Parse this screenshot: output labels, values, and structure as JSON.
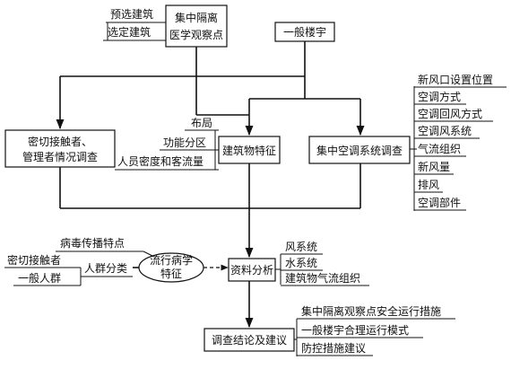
{
  "nodes": {
    "quarantine": {
      "line1": "集中隔离",
      "line2": "医学观察点"
    },
    "general_building": "一般楼宇",
    "contacts_survey": {
      "line1": "密切接触者、",
      "line2": "管理者情况调查"
    },
    "building_features": "建筑物特征",
    "ac_survey": "集中空调系统调查",
    "data_analysis": "资料分析",
    "epidemiology": {
      "line1": "流行病学",
      "line2": "特征"
    },
    "population_class": "人群分类",
    "conclusion": "调查结论及建议"
  },
  "quarantine_inputs": [
    "预选建筑",
    "选定建筑"
  ],
  "building_feature_items": [
    "布局",
    "功能分区",
    "人员密度和客流量"
  ],
  "ac_items": [
    "新风口设置位置",
    "空调方式",
    "空调回风方式",
    "空调风系统",
    "气流组织",
    "新风量",
    "排风",
    "空调部件"
  ],
  "epidemiology_inputs": {
    "virus": "病毒传播特点"
  },
  "population_items": [
    "密切接触者",
    "一般人群"
  ],
  "analysis_items": [
    "风系统",
    "水系统",
    "建筑物气流组织"
  ],
  "conclusion_items": [
    "集中隔离观察点安全运行措施",
    "一般楼宇合理运行模式",
    "防控措施建议"
  ]
}
